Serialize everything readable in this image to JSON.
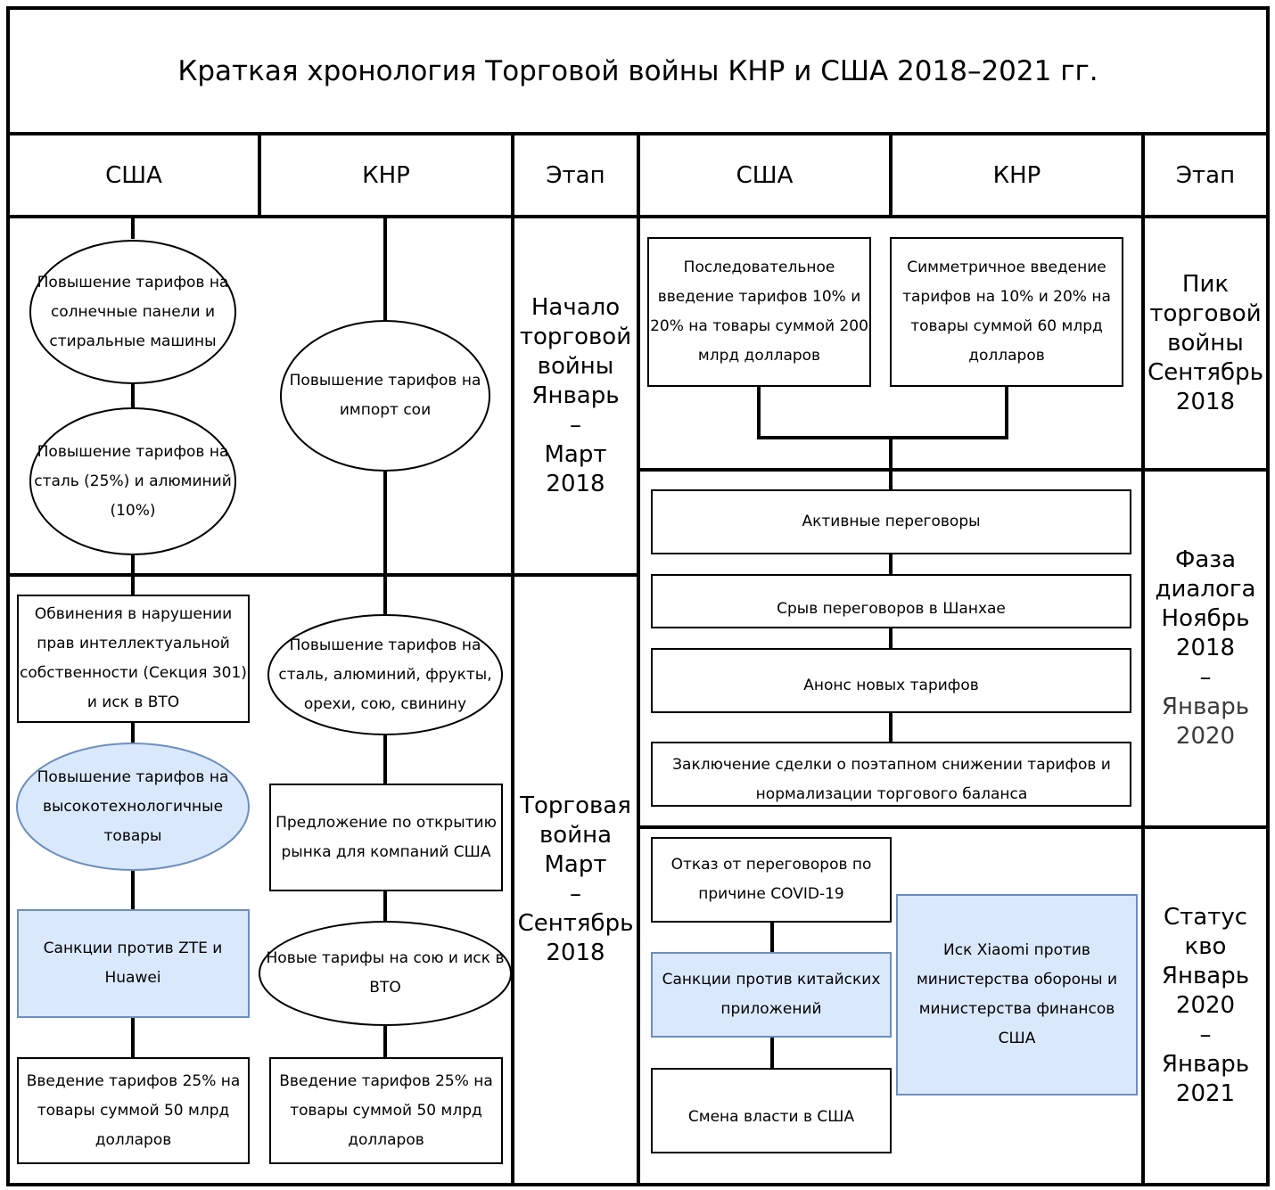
{
  "title": "Краткая хронология Торговой войны КНР и США 2018–2021 гг.",
  "columns": {
    "usa_left": "США",
    "prc_left": "КНР",
    "stage_left": "Этап",
    "usa_right": "США",
    "prc_right": "КНР",
    "stage_right": "Этап"
  },
  "stages": {
    "start": [
      "Начало",
      "торговой",
      "войны",
      "Январь",
      "–",
      "Март",
      "2018"
    ],
    "war": [
      "Торговая",
      "война",
      "Март",
      "–",
      "Сентябрь",
      "2018"
    ],
    "peak": [
      "Пик",
      "торговой",
      "войны",
      "Сентябрь",
      "2018"
    ],
    "dialogue": [
      "Фаза",
      "диалога",
      "Ноябрь",
      "2018",
      "–",
      "Январь",
      "2020"
    ],
    "status_quo": [
      "Статус",
      "кво",
      "Январь",
      "2020",
      "–",
      "Январь",
      "2021"
    ]
  },
  "nodes": {
    "usa_solar": "Повышение тарифов на солнечные панели и стиральные машины",
    "usa_steel": "Повышение тарифов на сталь (25%) и алюминий (10%)",
    "prc_soy": "Повышение тарифов на импорт сои",
    "usa_ip": "Обвинения в нарушении прав интеллектуальной собственности (Секция 301) и иск в ВТО",
    "usa_hightech": "Повышение тарифов на высокотехнологичные товары",
    "usa_sanctions_zte": "Санкции против ZTE и Huawei",
    "usa_tariffs25": "Введение тарифов 25% на товары суммой 50 млрд долларов",
    "prc_steel_fruit": "Повышение тарифов на сталь, алюминий, фрукты, орехи, сою, свинину",
    "prc_open_market": "Предложение по открытию рынка для компаний США",
    "prc_new_soy": "Новые тарифы на сою и иск в ВТО",
    "prc_tariffs25": "Введение тарифов 25% на товары суммой 50 млрд долларов",
    "usa_200": "Последовательное введение тарифов 10% и 20% на товары суммой 200 млрд долларов",
    "prc_60": "Симметричное введение тарифов на 10% и 20% на товары суммой 60 млрд долларов",
    "talks_active": "Активные переговоры",
    "talks_failed": "Срыв переговоров в Шанхае",
    "new_tariffs": "Анонс новых тарифов",
    "deal": "Заключение сделки о поэтапном снижении тарифов и нормализации торгового баланса",
    "covid": "Отказ от переговоров по причине COVID-19",
    "apps_sanctions": "Санкции против китайских приложений",
    "power_change": "Смена власти в США",
    "xiaomi": "Иск Xiaomi против министерства обороны и министерства финансов США"
  },
  "colors": {
    "highlight_fill": "#dae8fc",
    "highlight_stroke": "#6c8ebf",
    "line": "#000000",
    "muted_text": "#3a3a3a"
  }
}
